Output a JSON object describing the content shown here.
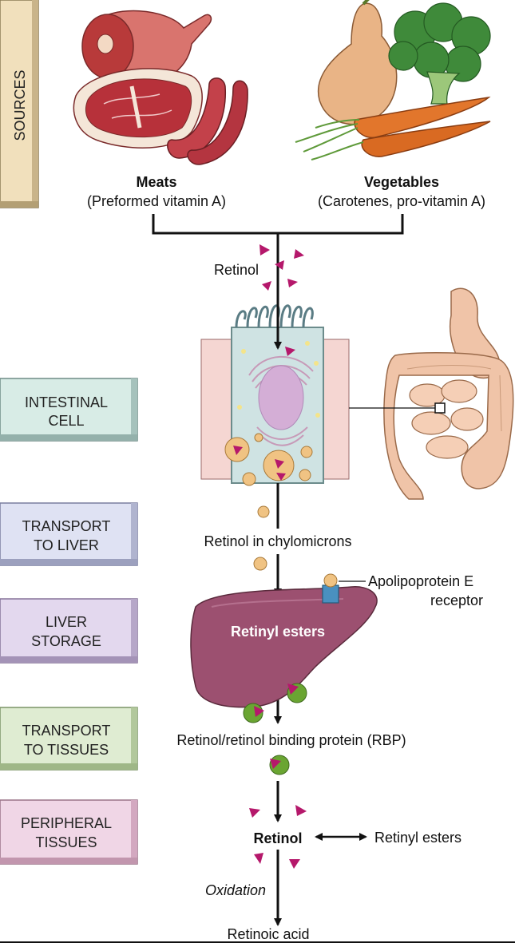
{
  "stages": [
    {
      "lines": [
        "SOURCES"
      ],
      "color": "#f1e0bc"
    },
    {
      "lines": [
        "INTESTINAL",
        "CELL"
      ],
      "color": "#d8ece6"
    },
    {
      "lines": [
        "TRANSPORT",
        "TO LIVER"
      ],
      "color": "#dfe2f3"
    },
    {
      "lines": [
        "LIVER",
        "STORAGE"
      ],
      "color": "#e3d8ee"
    },
    {
      "lines": [
        "TRANSPORT",
        "TO TISSUES"
      ],
      "color": "#dfecd2"
    },
    {
      "lines": [
        "PERIPHERAL",
        "TISSUES"
      ],
      "color": "#f0d6e6"
    }
  ],
  "sources": {
    "meats_title": "Meats",
    "meats_sub": "(Preformed vitamin A)",
    "veg_title": "Vegetables",
    "veg_sub": "(Carotenes, pro-vitamin A)"
  },
  "labels": {
    "retinol": "Retinol",
    "chylomicrons": "Retinol in chylomicrons",
    "apolipo_line1": "Apolipoprotein E",
    "apolipo_line2": "receptor",
    "retinyl_esters_liver": "Retinyl esters",
    "rbp": "Retinol/retinol binding protein (RBP)",
    "retinol_tissue": "Retinol",
    "retinyl_esters_tissue": "Retinyl esters",
    "oxidation": "Oxidation",
    "retinoic_acid": "Retinoic acid"
  },
  "colors": {
    "triangle": "#b5186b",
    "rbp_green": "#6aa532",
    "liver": "#9c5070",
    "cell": "#cfe3e3",
    "intestine": "#f0c4a8"
  }
}
